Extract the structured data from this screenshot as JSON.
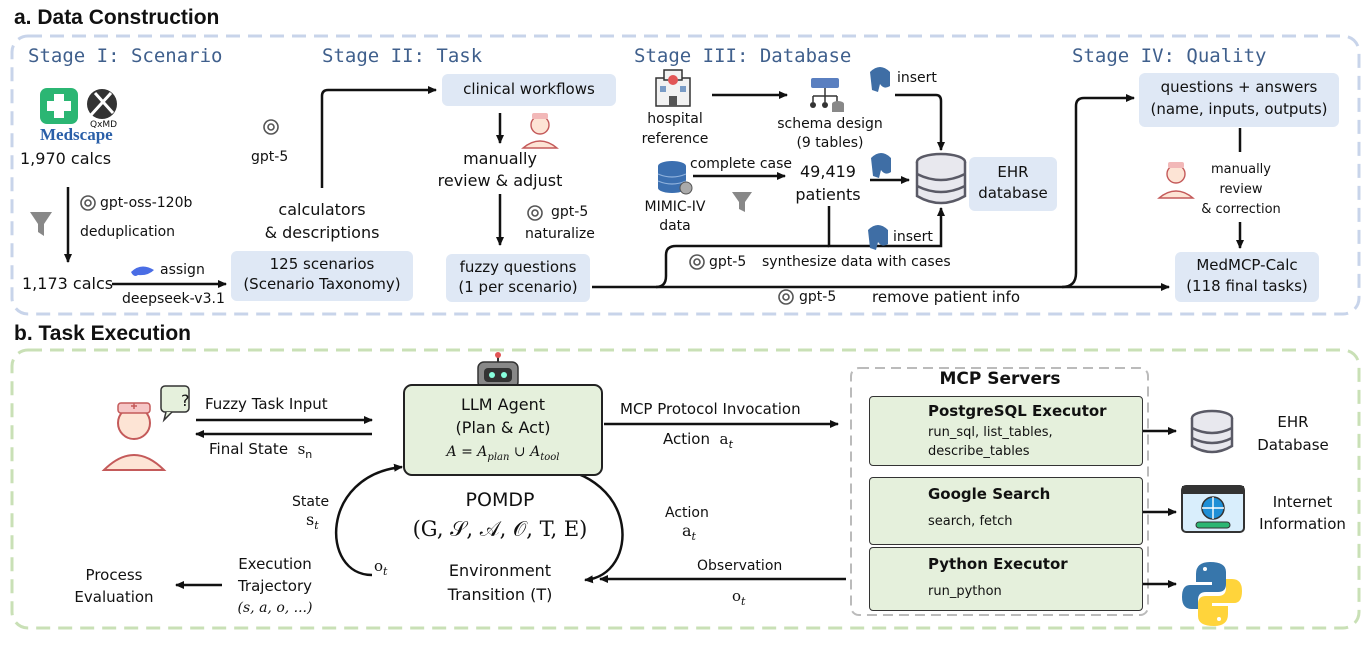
{
  "section_a": {
    "title": "a. Data Construction",
    "stages": [
      "Stage I: Scenario",
      "Stage II: Task",
      "Stage III: Database",
      "Stage IV: Quality"
    ],
    "logos": {
      "medscape": "Medscape",
      "qxmd": "QxMD"
    },
    "stage1": {
      "calcs_initial": "1,970 calcs",
      "dedup_model": "gpt-oss-120b",
      "dedup_label": "deduplication",
      "calcs_dedup": "1,173 calcs",
      "assign_label": "assign",
      "assign_model": "deepseek-v3.1"
    },
    "stage2": {
      "gpt_label": "gpt-5",
      "calc_desc": [
        "calculators",
        "& descriptions"
      ],
      "scenarios_box": [
        "125 scenarios",
        "(Scenario Taxonomy)"
      ],
      "workflows_box": "clinical workflows",
      "review": [
        "manually",
        "review & adjust"
      ],
      "naturalize_model": "gpt-5",
      "naturalize_label": "naturalize",
      "fuzzy_box": [
        "fuzzy questions",
        "(1 per scenario)"
      ]
    },
    "stage3": {
      "hospital": [
        "hospital",
        "reference"
      ],
      "schema": [
        "schema design",
        "(9 tables)"
      ],
      "insert_top": "insert",
      "complete_case": "complete case",
      "mimic": [
        "MIMIC-IV",
        "data"
      ],
      "patients": [
        "49,419",
        "patients"
      ],
      "ehr_box": [
        "EHR",
        "database"
      ],
      "insert_bottom": "insert",
      "synth_model": "gpt-5",
      "synth_label": "synthesize data with cases",
      "remove_model": "gpt-5",
      "remove_label": "remove patient info"
    },
    "stage4": {
      "qa_box": [
        "questions + answers",
        "(name, inputs, outputs)"
      ],
      "review": [
        "manually",
        "review",
        "& correction"
      ],
      "final_box": [
        "MedMCP-Calc",
        "(118 final tasks)"
      ]
    }
  },
  "section_b": {
    "title": "b. Task Execution",
    "fuzzy_input": "Fuzzy Task Input",
    "final_state": "Final State",
    "final_state_sym": "s",
    "final_state_sub": "n",
    "agent_box": [
      "LLM Agent",
      "(Plan & Act)"
    ],
    "agent_formula": {
      "a": "A",
      "eq": "=",
      "plan": "plan",
      "cup": "∪",
      "tool": "tool"
    },
    "mcp_invocation": "MCP Protocol Invocation",
    "action_top": "Action",
    "state_label": "State",
    "action_right": "Action",
    "pomdp_title": "POMDP",
    "pomdp_tuple": "(G, 𝒮, 𝒜, 𝒪, T, E)",
    "sym_s": "s",
    "sym_a": "a",
    "sym_o": "o",
    "sub_t": "t",
    "env_box": [
      "Environment",
      "Transition (T)"
    ],
    "observation": "Observation",
    "trajectory": [
      "Execution",
      "Trajectory"
    ],
    "trajectory_tuple": "(s, a, o, ...)",
    "process_eval": [
      "Process",
      "Evaluation"
    ],
    "mcp_title": "MCP Servers",
    "servers": [
      {
        "name": "PostgreSQL Executor",
        "tools": [
          "run_sql, list_tables,",
          "describe_tables"
        ]
      },
      {
        "name": "Google Search",
        "tools": [
          "search, fetch"
        ]
      },
      {
        "name": "Python Executor",
        "tools": [
          "run_python"
        ]
      }
    ],
    "ehr_db": [
      "EHR",
      "Database"
    ],
    "internet": [
      "Internet",
      "Information"
    ]
  },
  "colors": {
    "stage_text": "#3f5f8c",
    "box_blue": "#dfe8f5",
    "box_green": "#e5f0dc",
    "dashed_blue": "#c8d4ea",
    "dashed_green": "#c9e0b6"
  }
}
